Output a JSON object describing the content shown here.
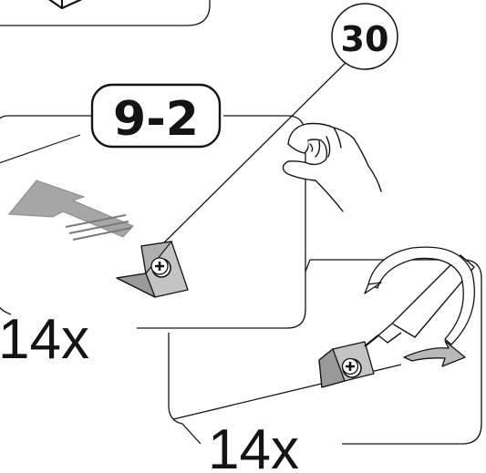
{
  "part_ref": "30",
  "step": "9-2",
  "panel_left": {
    "quantity": "14x"
  },
  "panel_right": {
    "quantity": "14x"
  },
  "colors": {
    "ink": "#141414",
    "arrow_fill": "#a6a6a6",
    "part_fill": "#c4c4c4",
    "part_shade": "#9a9a9a"
  },
  "icons": [
    "box-icon",
    "hand-icon",
    "push-arrow-icon",
    "corner-bracket-icon",
    "screw-icon",
    "screwdriver-icon",
    "rotate-arrow-icon"
  ]
}
